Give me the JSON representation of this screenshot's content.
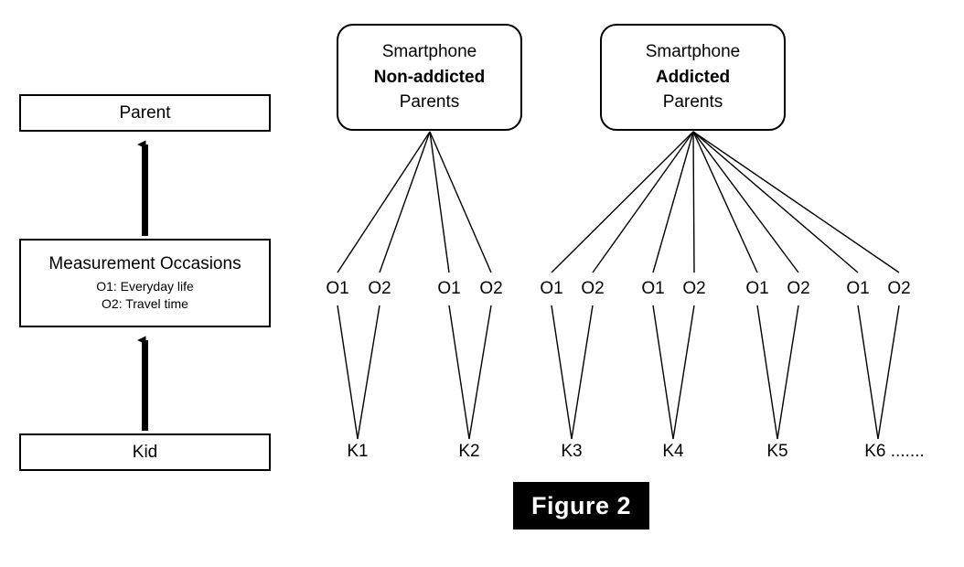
{
  "figure": {
    "caption": "Figure 2",
    "caption_bg": "#000000",
    "caption_fg": "#ffffff"
  },
  "left_panel": {
    "levels": [
      {
        "id": "parent",
        "title": "Parent",
        "sub1": "",
        "sub2": ""
      },
      {
        "id": "measurement_occasions",
        "title": "Measurement Occasions",
        "sub1": "O1: Everyday life",
        "sub2": "O2: Travel time"
      },
      {
        "id": "kid",
        "title": "Kid",
        "sub1": "",
        "sub2": ""
      }
    ],
    "arrows": [
      {
        "from": "measurement_occasions",
        "to": "parent",
        "style": "solid-thick-up"
      },
      {
        "from": "kid",
        "to": "measurement_occasions",
        "style": "solid-thick-up"
      }
    ]
  },
  "right_panel": {
    "groups": [
      {
        "id": "non-addicted",
        "line1": "Smartphone",
        "line2": "Non-addicted",
        "line3": "Parents",
        "kid_count": 2
      },
      {
        "id": "addicted",
        "line1": "Smartphone",
        "line2": "Addicted",
        "line3": "Parents",
        "kid_count": 4
      }
    ],
    "occasion_labels": [
      "O1",
      "O2",
      "O1",
      "O2",
      "O1",
      "O2",
      "O1",
      "O2",
      "O1",
      "O2",
      "O1",
      "O2"
    ],
    "kid_labels": [
      "K1",
      "K2",
      "K3",
      "K4",
      "K5",
      "K6 ......."
    ]
  },
  "colors": {
    "stroke": "#000000",
    "fill": "#ffffff",
    "text": "#000000"
  }
}
